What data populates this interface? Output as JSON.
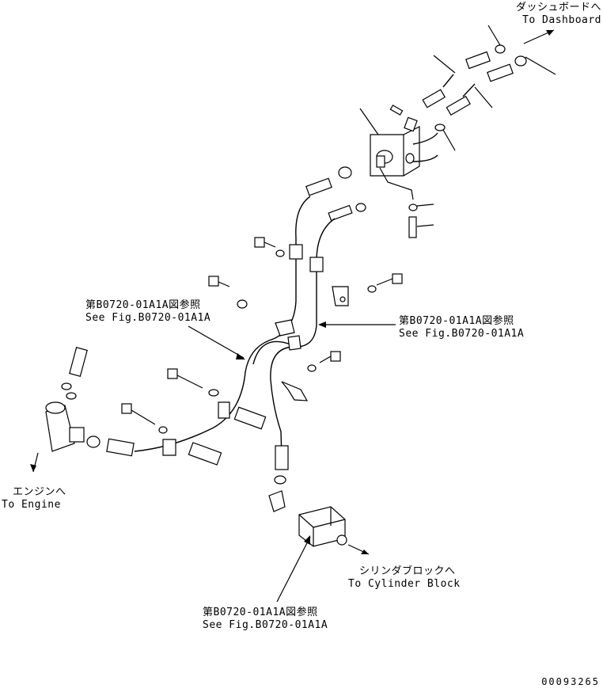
{
  "labels": {
    "dashboard_jp": "ダッシュボードへ",
    "dashboard_en": "To Dashboard",
    "engine_jp": "エンジンへ",
    "engine_en": "To Engine",
    "cylinder_jp": "シリンダブロックへ",
    "cylinder_en": "To Cylinder Block",
    "ref_left_jp": "第B0720-01A1A図参照",
    "ref_left_en": "See Fig.B0720-01A1A",
    "ref_right_jp": "第B0720-01A1A図参照",
    "ref_right_en": "See Fig.B0720-01A1A",
    "ref_bottom_jp": "第B0720-01A1A図参照",
    "ref_bottom_en": "See Fig.B0720-01A1A",
    "drawing_number": "00093265"
  }
}
